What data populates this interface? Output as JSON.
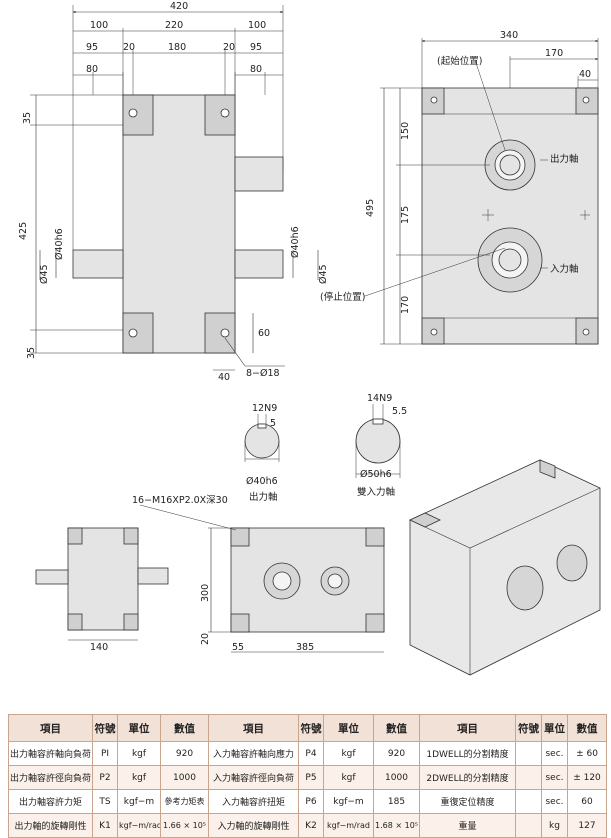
{
  "front_view": {
    "dims_top": [
      "420",
      "100",
      "220",
      "100"
    ],
    "dims_second": [
      "95",
      "20",
      "180",
      "20",
      "95"
    ],
    "dims_third": [
      "80",
      "80"
    ],
    "dims_left": [
      "35",
      "425",
      "35"
    ],
    "shaft_left": [
      "Ø40h6",
      "Ø45"
    ],
    "shaft_right": [
      "Ø40h6",
      "Ø45"
    ],
    "dims_bottom": [
      "60",
      "40"
    ],
    "hole_label": "8−Ø18"
  },
  "side_view": {
    "dim_top": "340",
    "dim_170": "170",
    "dim_40": "40",
    "start_position": "(起始位置)",
    "stop_position": "(停止位置)",
    "output_shaft": "出力軸",
    "input_shaft": "入力軸",
    "dims_left": [
      "150",
      "495",
      "175",
      "170"
    ]
  },
  "shaft_details": {
    "out_key": "12N9",
    "out_depth": "5",
    "out_diameter": "Ø40h6",
    "out_label": "出力軸",
    "in_key": "14N9",
    "in_depth": "5.5",
    "in_diameter": "Ø50h6",
    "in_label": "雙入力軸"
  },
  "small_views": {
    "tap_note": "16−M16XP2.0X深30",
    "dim_140": "140",
    "dim_300": "300",
    "dim_20": "20",
    "dim_55": "55",
    "dim_385": "385"
  },
  "spec_table": {
    "headers": [
      "項目",
      "符號",
      "單位",
      "數值",
      "項目",
      "符號",
      "單位",
      "數值",
      "項目",
      "符號",
      "單位",
      "數值"
    ],
    "rows": [
      [
        "出力軸容許軸向負荷",
        "PI",
        "kgf",
        "920",
        "入力軸容許軸向應力",
        "P4",
        "kgf",
        "920",
        "1DWELL的分割精度",
        "",
        "sec.",
        "± 60"
      ],
      [
        "出力軸容許徑向負荷",
        "P2",
        "kgf",
        "1000",
        "入力軸容許徑向負荷",
        "P5",
        "kgf",
        "1000",
        "2DWELL的分割精度",
        "",
        "sec.",
        "± 120"
      ],
      [
        "出力軸容許力矩",
        "TS",
        "kgf−m",
        "參考力矩表",
        "入力軸容許扭矩",
        "P6",
        "kgf−m",
        "185",
        "重復定位精度",
        "",
        "sec.",
        "60"
      ],
      [
        "出力軸的旋轉剛性",
        "K1",
        "kgf−m/rad",
        "1.66 × 10⁵",
        "入力軸的旋轉剛性",
        "K2",
        "kgf−m/rad",
        "1.68 × 10⁵",
        "重量",
        "",
        "kg",
        "127"
      ]
    ]
  },
  "colors": {
    "body": "#e4e4e4",
    "pad": "#d0d0d0",
    "line": "#333333",
    "table_border": "#c9a48e",
    "table_header": "#f2e1d6",
    "table_alt": "#fbf1ea"
  }
}
